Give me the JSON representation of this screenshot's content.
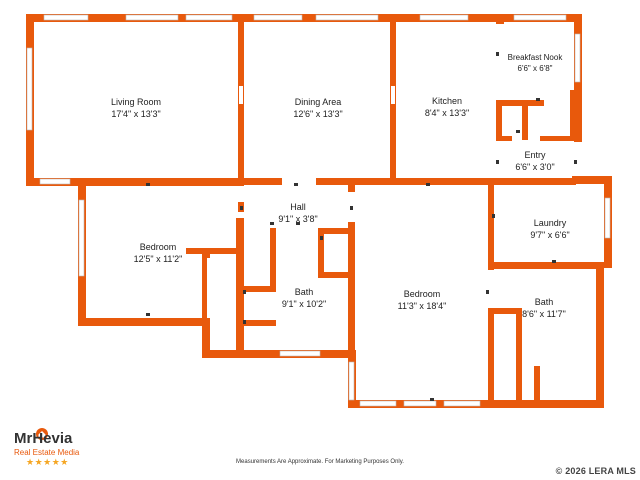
{
  "rooms": {
    "living_room": {
      "name": "Living Room",
      "dims": "17'4\" x 13'3\""
    },
    "dining_area": {
      "name": "Dining Area",
      "dims": "12'6\" x 13'3\""
    },
    "kitchen": {
      "name": "Kitchen",
      "dims": "8'4\" x 13'3\""
    },
    "breakfast_nook": {
      "name": "Breakfast Nook",
      "dims": "6'6\" x 6'8\""
    },
    "entry": {
      "name": "Entry",
      "dims": "6'6\" x 3'0\""
    },
    "hall": {
      "name": "Hall",
      "dims": "9'1\" x 3'8\""
    },
    "bedroom_1": {
      "name": "Bedroom",
      "dims": "12'5\" x 11'2\""
    },
    "bath_1": {
      "name": "Bath",
      "dims": "9'1\" x 10'2\""
    },
    "bedroom_2": {
      "name": "Bedroom",
      "dims": "11'3\" x 18'4\""
    },
    "laundry": {
      "name": "Laundry",
      "dims": "9'7\" x 6'6\""
    },
    "bath_2": {
      "name": "Bath",
      "dims": "8'6\" x 11'7\""
    }
  },
  "footer": {
    "disclaimer": "Measurements Are Approximate. For Marketing Purposes Only.",
    "copyright": "2026 LERA MLS"
  },
  "logo": {
    "name": "MrHevia",
    "subtitle": "Real Estate Media",
    "stars": "★★★★★"
  },
  "colors": {
    "wall": "#e8590c",
    "text": "#222222",
    "star": "#f5a623"
  }
}
